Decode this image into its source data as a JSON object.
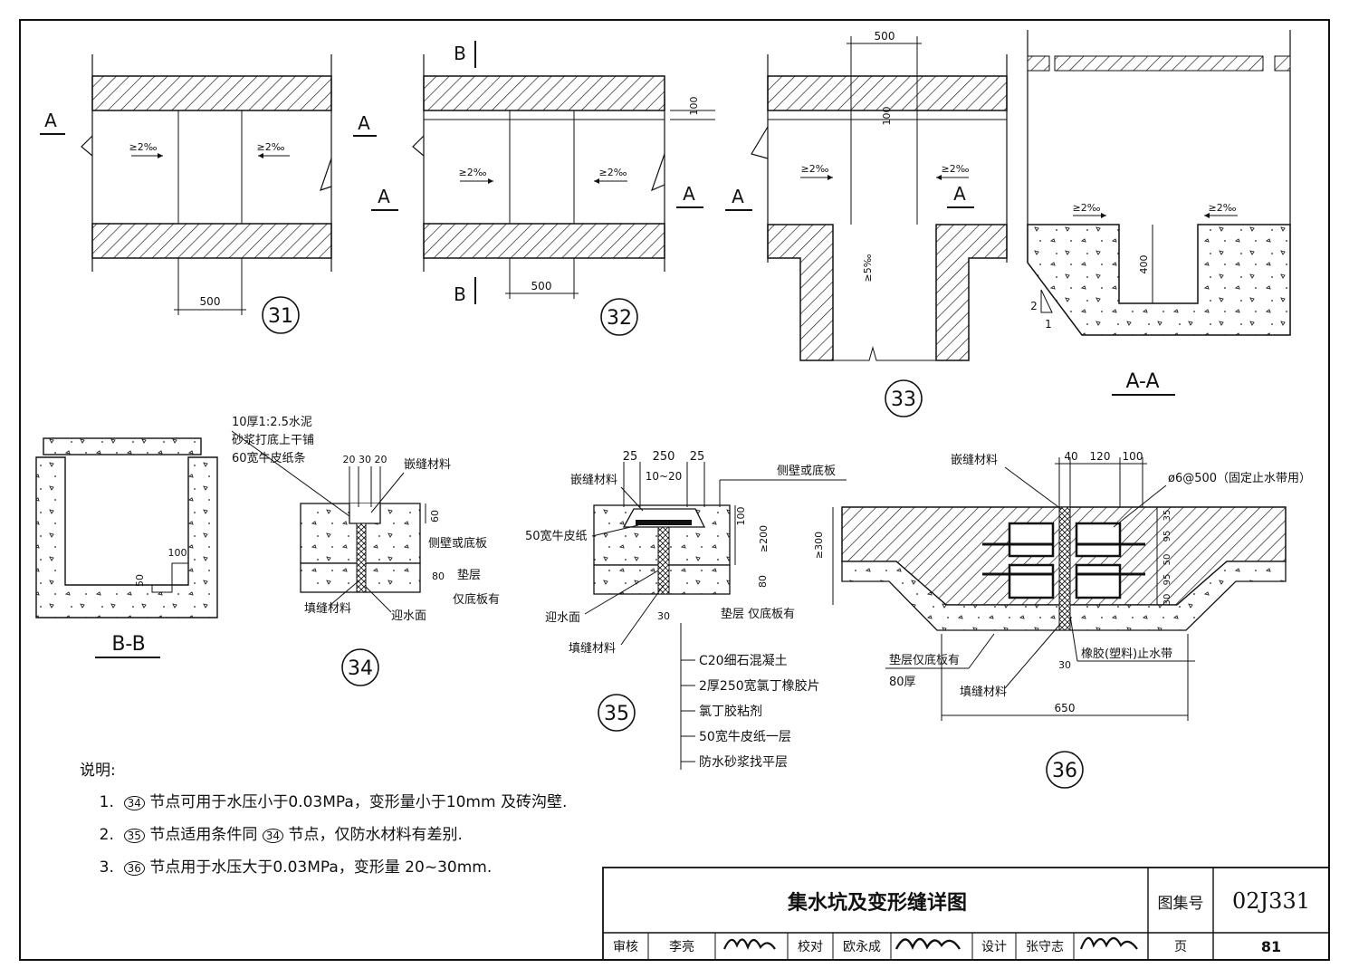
{
  "drawing": {
    "details": [
      {
        "id": "31",
        "dim_width": "500",
        "slope_left": "≥2‰",
        "slope_right": "≥2‰",
        "section_mark": "A"
      },
      {
        "id": "32",
        "dim_width": "500",
        "dim_lip": "100",
        "slope_left": "≥2‰",
        "slope_right": "≥2‰",
        "section_mark_a": "A",
        "section_mark_b": "B"
      },
      {
        "id": "33",
        "dim_width": "500",
        "dim_lip": "100",
        "slope_left": "≥2‰",
        "slope_right": "≥2‰",
        "slope_channel": "≥5‰",
        "section_mark": "A"
      },
      {
        "id": "A-A",
        "dim_depth": "400",
        "slope_left": "≥2‰",
        "slope_right": "≥2‰",
        "ratio_v": "2",
        "ratio_h": "1"
      },
      {
        "id": "B-B",
        "dim_a": "100",
        "dim_b": "50"
      },
      {
        "id": "34",
        "note_top": [
          "10厚1:2.5水泥",
          "砂浆打底上干铺",
          "60宽牛皮纸条"
        ],
        "dims": "20 30 20",
        "dim_60": "60",
        "dim_80": "80",
        "labels": [
          "嵌缝材料",
          "侧壁或底板",
          "垫层",
          "仅底板有",
          "填缝材料",
          "迎水面"
        ]
      },
      {
        "id": "35",
        "dims_top": [
          "25",
          "250",
          "25"
        ],
        "dim_gap": "10~20",
        "dim_100": "100",
        "dim_200": "≥200",
        "dim_80": "80",
        "dim_30": "30",
        "labels": [
          "嵌缝材料",
          "侧壁或底板",
          "50宽牛皮纸",
          "迎水面",
          "垫层 仅底板有",
          "填缝材料"
        ],
        "layers": [
          "C20细石混凝土",
          "2厚250宽氯丁橡胶片",
          "氯丁胶粘剂",
          "50宽牛皮纸一层",
          "防水砂浆找平层"
        ]
      },
      {
        "id": "36",
        "dims_top": [
          "40",
          "120",
          "100"
        ],
        "rebar": "ø6@500（固定止水带用）",
        "dim_300": "≥300",
        "dims_side": [
          "35",
          "95",
          "50",
          "95",
          "30"
        ],
        "dim_30": "30",
        "dim_650": "650",
        "labels": [
          "嵌缝材料",
          "垫层仅底板有",
          "80厚",
          "填缝材料",
          "橡胶(塑料)止水带"
        ]
      }
    ]
  },
  "notes": {
    "heading": "说明:",
    "items": [
      {
        "num": "1.",
        "ref": "34",
        "text": "节点可用于水压小于0.03MPa，变形量小于10mm 及砖沟壁."
      },
      {
        "num": "2.",
        "ref": "35",
        "text": "节点适用条件同",
        "ref2": "34",
        "text2": "节点，仅防水材料有差别."
      },
      {
        "num": "3.",
        "ref": "36",
        "text": "节点用于水压大于0.03MPa，变形量 20~30mm."
      }
    ]
  },
  "title_block": {
    "title": "集水坑及变形缝详图",
    "atlas_label": "图集号",
    "atlas_no": "02J331",
    "page_label": "页",
    "page_no": "81",
    "roles": [
      {
        "role": "审核",
        "name": "李亮"
      },
      {
        "role": "校对",
        "name": "欧永成"
      },
      {
        "role": "设计",
        "name": "张守志"
      }
    ]
  }
}
